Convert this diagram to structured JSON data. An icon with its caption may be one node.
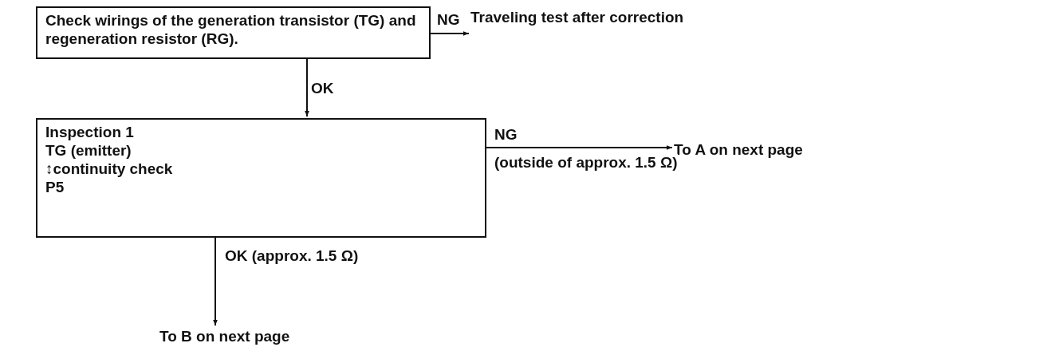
{
  "diagram": {
    "nodes": [
      {
        "text": [
          "Check wirings of the generation transistor (TG) and regeneration resistor (RG)."
        ]
      },
      {
        "text": [
          "Traveling test after correction"
        ]
      },
      {
        "text": [
          "Inspection 1",
          "TG (emitter)",
          "↕continuity check",
          "P5"
        ]
      },
      {
        "text": [
          "To A on next page"
        ]
      },
      {
        "text": [
          "To B on next page"
        ]
      }
    ],
    "edges": [
      {
        "from": 0,
        "to": 1,
        "arrow": "to",
        "label": "NG"
      },
      {
        "from": 0,
        "to": 2,
        "arrow": "to",
        "label": "OK"
      },
      {
        "from": 2,
        "to": 3,
        "arrow": "to",
        "label": "NG"
      },
      {
        "from": 2,
        "to": 4,
        "arrow": "to",
        "label": "OK (approx. 1.5 Ω)"
      }
    ],
    "labels": [
      "(outside of approx. 1.5 Ω)"
    ]
  }
}
